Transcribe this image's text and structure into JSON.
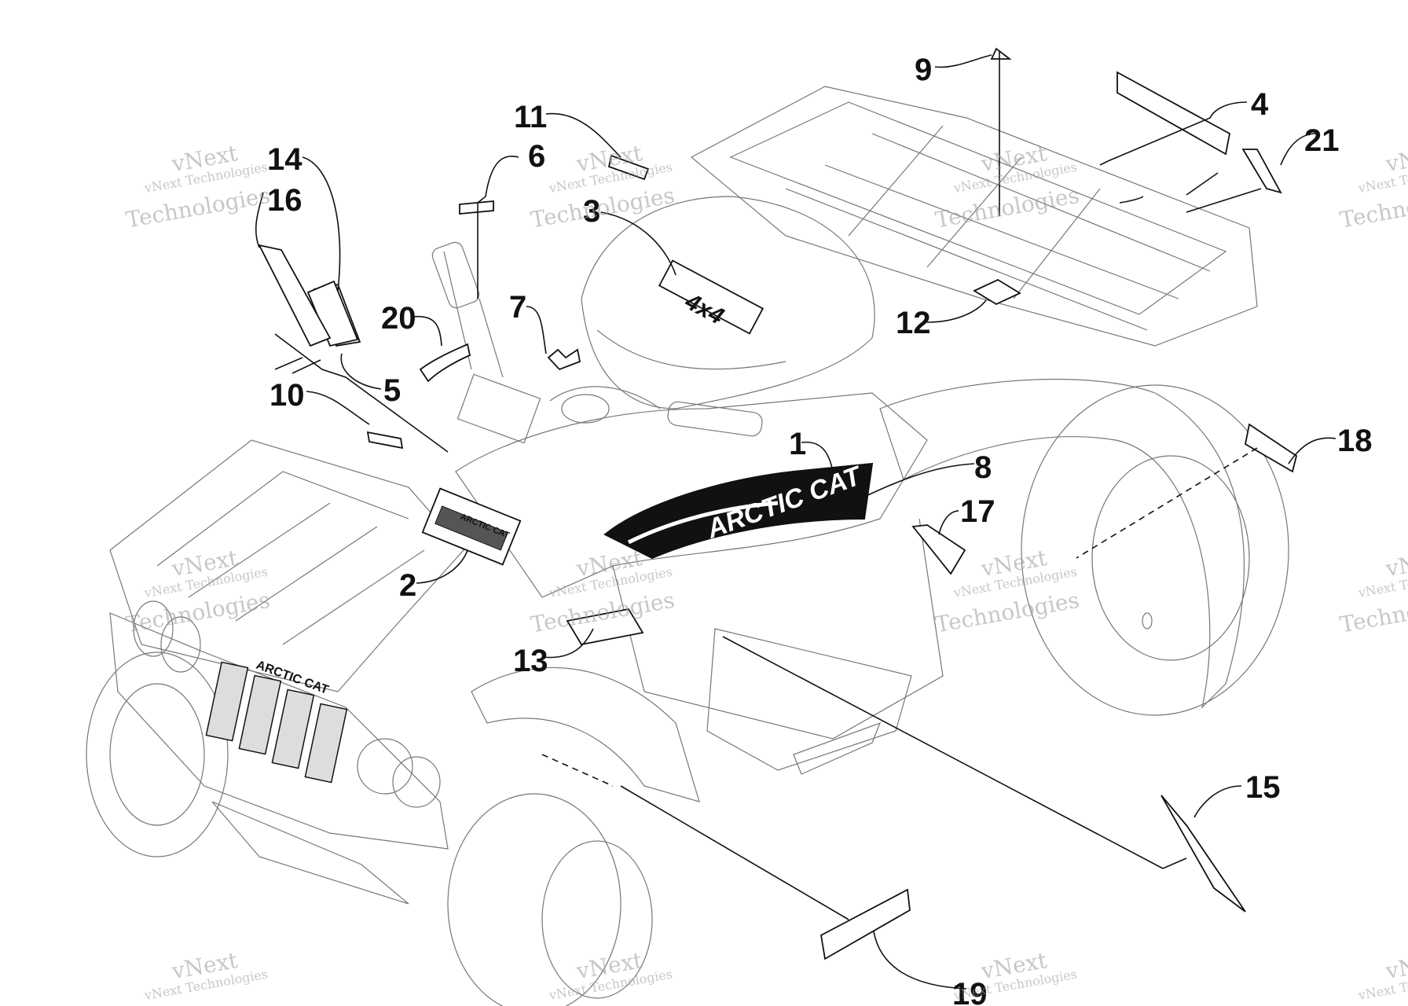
{
  "callouts": {
    "c1": "1",
    "c2": "2",
    "c3": "3",
    "c4": "4",
    "c5": "5",
    "c6": "6",
    "c7": "7",
    "c8": "8",
    "c9": "9",
    "c10": "10",
    "c11": "11",
    "c12": "12",
    "c13": "13",
    "c14": "14",
    "c15": "15",
    "c16": "16",
    "c17": "17",
    "c18": "18",
    "c19": "19",
    "c20": "20",
    "c21": "21"
  },
  "decal_text": {
    "tank_brand": "ARCTIC CAT",
    "hood_brand_top": "ARCTIC CAT",
    "grille_brand": "ARCTIC CAT",
    "seat_badge": "4x4"
  },
  "watermark": {
    "line1": "vNext Technologies",
    "line2": "vNext",
    "line3": "Technologies"
  }
}
